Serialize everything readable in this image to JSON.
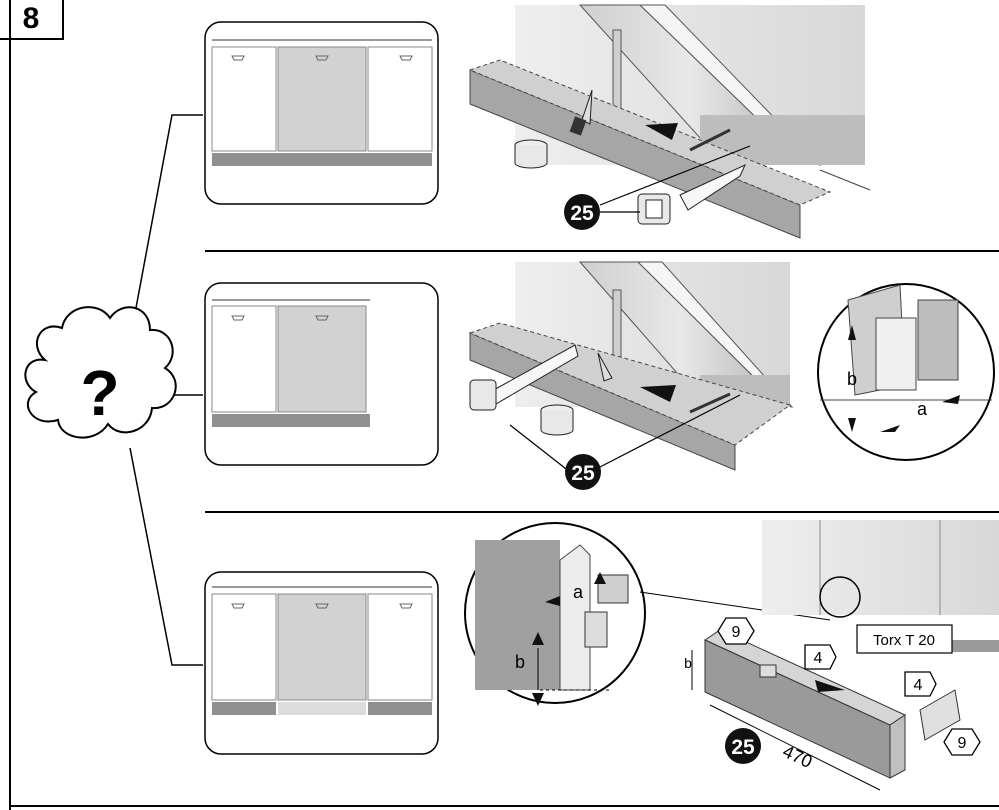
{
  "step": {
    "number": "8"
  },
  "decision": {
    "symbol": "?"
  },
  "part_numbers": {
    "panel": "25",
    "screw_hex": "9",
    "clip_pentagon": "4"
  },
  "dimensions": {
    "a": "a",
    "b": "b",
    "length": "470"
  },
  "tool": {
    "label": "Torx T 20"
  },
  "colors": {
    "line": "#000000",
    "panel_grey": "#9a9a9a",
    "light_grey": "#dcdcdc",
    "cabinet_white": "#f4f4f4"
  }
}
